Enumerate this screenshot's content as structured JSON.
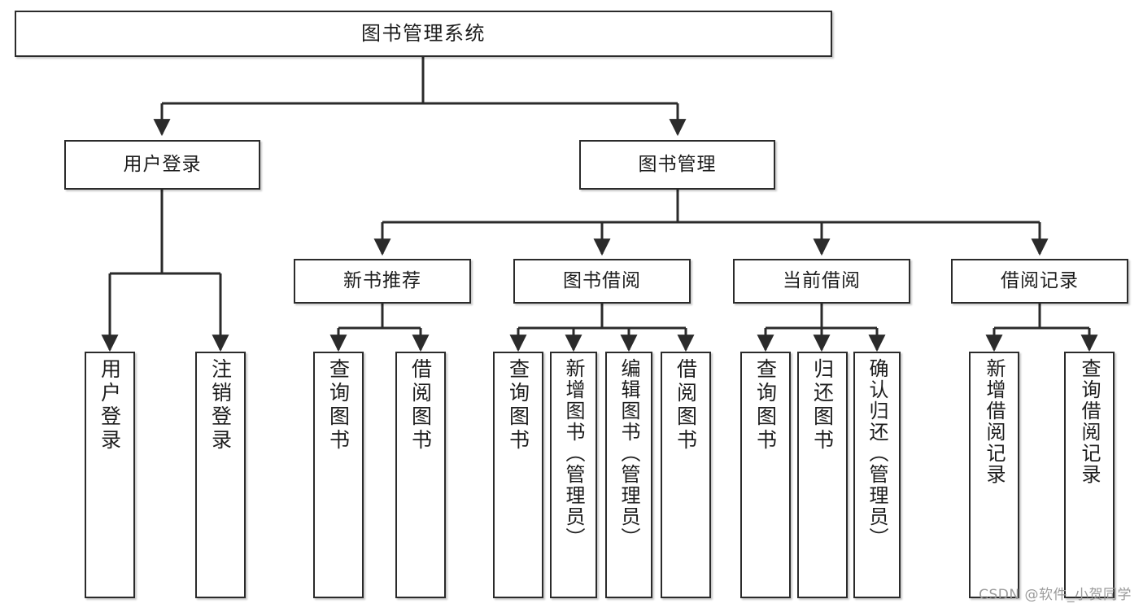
{
  "diagram": {
    "title": "图书管理系统",
    "type": "tree-hierarchy-diagram",
    "style": {
      "box_border_color": "#2b2b2b",
      "box_fill_color": "#ffffff",
      "edge_color": "#2b2b2b",
      "text_color": "#1d1d1d",
      "background_color": "#ffffff",
      "watermark_color": "#9a9a9a"
    }
  },
  "nodes": {
    "root": {
      "label": "图书管理系统"
    },
    "level2": [
      {
        "id": "user-login",
        "label": "用户登录"
      },
      {
        "id": "book-management",
        "label": "图书管理"
      }
    ],
    "level3": [
      {
        "id": "new-book-recommend",
        "label": "新书推荐"
      },
      {
        "id": "book-borrow",
        "label": "图书借阅"
      },
      {
        "id": "current-borrow",
        "label": "当前借阅"
      },
      {
        "id": "borrow-record",
        "label": "借阅记录"
      }
    ],
    "leaves": [
      {
        "id": "leaf-user-login",
        "label": "用户登录",
        "parent": "user-login"
      },
      {
        "id": "leaf-logout",
        "label": "注销登录",
        "parent": "user-login"
      },
      {
        "id": "leaf-query-book-1",
        "label": "查询图书",
        "parent": "new-book-recommend"
      },
      {
        "id": "leaf-borrow-book-1",
        "label": "借阅图书",
        "parent": "new-book-recommend"
      },
      {
        "id": "leaf-query-book-2",
        "label": "查询图书",
        "parent": "book-borrow"
      },
      {
        "id": "leaf-add-book",
        "label": "新增图书（管理员）",
        "parent": "book-borrow"
      },
      {
        "id": "leaf-edit-book",
        "label": "编辑图书（管理员）",
        "parent": "book-borrow"
      },
      {
        "id": "leaf-borrow-book-2",
        "label": "借阅图书",
        "parent": "book-borrow"
      },
      {
        "id": "leaf-query-book-3",
        "label": "查询图书",
        "parent": "current-borrow"
      },
      {
        "id": "leaf-return-book",
        "label": "归还图书",
        "parent": "current-borrow"
      },
      {
        "id": "leaf-confirm-return",
        "label": "确认归还（管理员）",
        "parent": "current-borrow"
      },
      {
        "id": "leaf-add-borrow-record",
        "label": "新增借阅记录",
        "parent": "borrow-record"
      },
      {
        "id": "leaf-query-borrow-record",
        "label": "查询借阅记录",
        "parent": "borrow-record"
      }
    ]
  },
  "watermark": {
    "text": "CSDN @软件_小贺同学"
  }
}
